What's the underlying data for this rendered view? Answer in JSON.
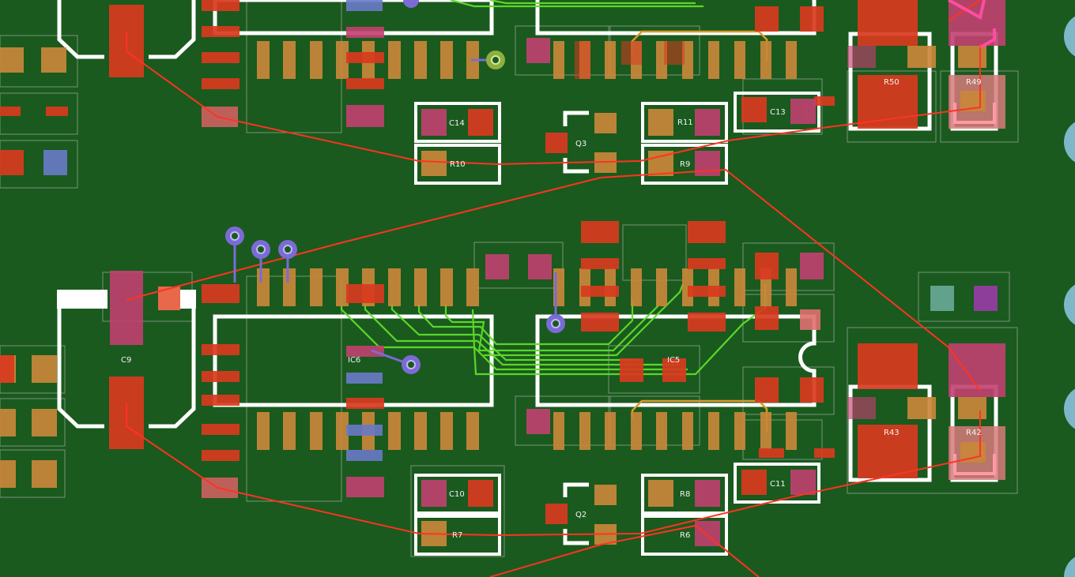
{
  "app": {
    "view": "PCB layout editor canvas"
  },
  "colors": {
    "board": "#1a5a1e",
    "silkscreen": "#ffffff",
    "outline": "#9aa79a",
    "pad_top": "#d93a1f",
    "pad_bottom": "#c9873a",
    "pad_selected": "#c24070",
    "trace_top": "#ff3322",
    "trace_inner": "#5fdd2a",
    "trace_gold": "#d99a2a",
    "via": "#7b6bd6",
    "edge_mark": "#7fb7c9"
  },
  "components": {
    "C14": "C14",
    "R10": "R10",
    "Q3": "Q3",
    "R11": "R11",
    "R9": "R9",
    "C13": "C13",
    "R50": "R50",
    "R49": "R49",
    "C9": "C9",
    "IC6": "IC6",
    "IC5": "IC5",
    "C10": "C10",
    "R7": "R7",
    "Q2": "Q2",
    "R8": "R8",
    "R6": "R6",
    "C11": "C11",
    "R43": "R43",
    "R42": "R42"
  }
}
